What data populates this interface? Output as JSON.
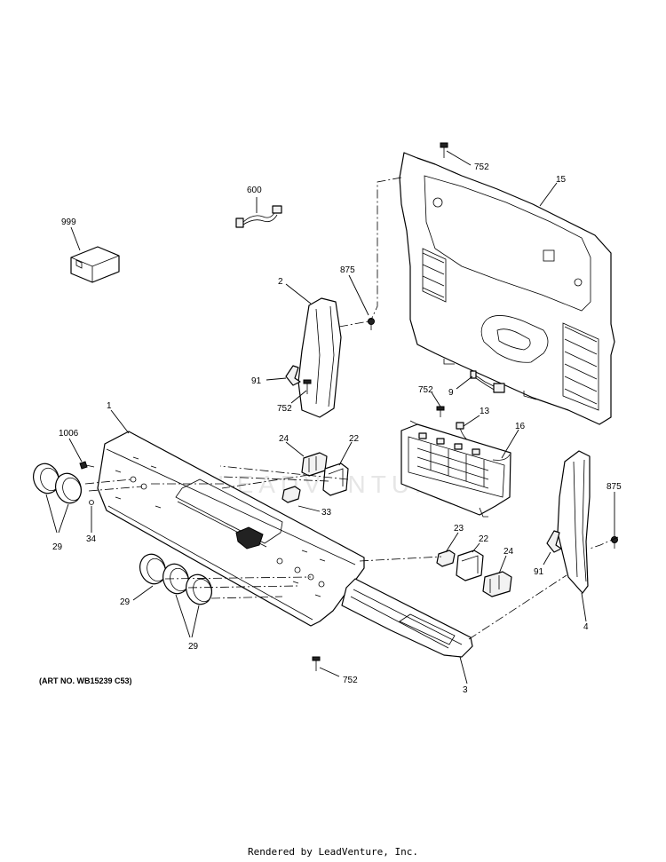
{
  "callouts": {
    "c752a": "752",
    "c15": "15",
    "c600": "600",
    "c999": "999",
    "c875a": "875",
    "c2": "2",
    "c91a": "91",
    "c752b": "752",
    "c752c": "752",
    "c9": "9",
    "c13": "13",
    "c16": "16",
    "c1": "1",
    "c1006": "1006",
    "c24a": "24",
    "c22a": "22",
    "c33": "33",
    "c34": "34",
    "c29a": "29",
    "c29b": "29",
    "c29c": "29",
    "c23": "23",
    "c22b": "22",
    "c24b": "24",
    "c875b": "875",
    "c91b": "91",
    "c4": "4",
    "c3": "3",
    "c752d": "752"
  },
  "art_number": "(ART NO. WB15239 C53)",
  "footer": "Rendered by LeadVenture, Inc.",
  "watermark": "LEADVENTURE"
}
